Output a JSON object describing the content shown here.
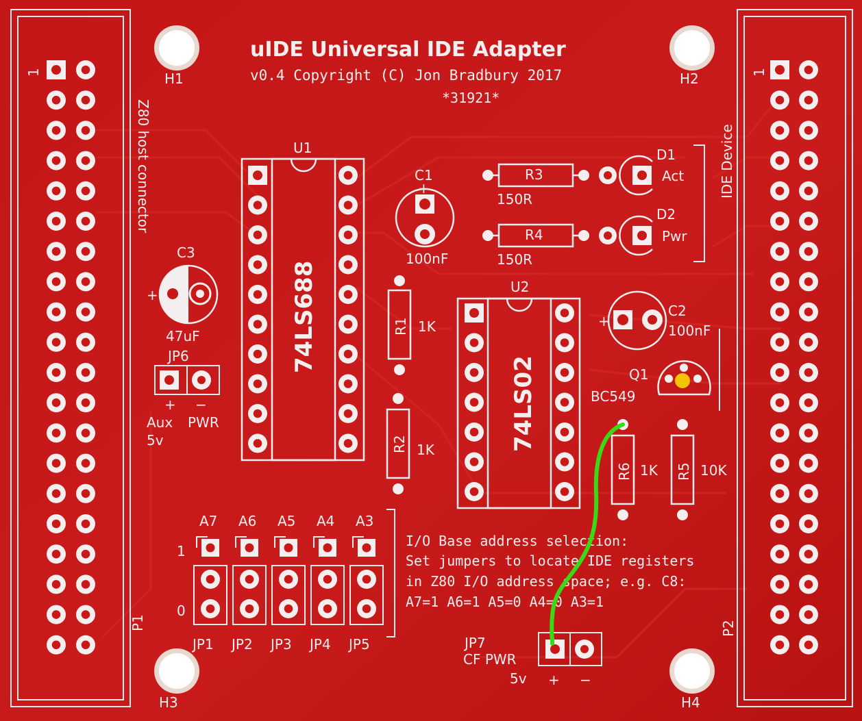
{
  "colors": {
    "board": "#c81818",
    "board_dark": "#9e1010",
    "silkscreen": "#f4eeee",
    "pad": "#d8b98a",
    "wire": "#3bd818",
    "marker": "#f5c400"
  },
  "title": "uIDE Universal IDE Adapter",
  "subtitle": "v0.4 Copyright (C) Jon Bradbury 2017",
  "serial": "*31921*",
  "holes": [
    "H1",
    "H2",
    "H3",
    "H4"
  ],
  "connectors": {
    "p1": {
      "ref": "P1",
      "label": "Z80 host connector",
      "pin1": "1"
    },
    "p2": {
      "ref": "P2",
      "label": "IDE Device",
      "pin1": "1"
    }
  },
  "chips": {
    "u1": {
      "ref": "U1",
      "part": "74LS688"
    },
    "u2": {
      "ref": "U2",
      "part": "74LS02"
    }
  },
  "caps": {
    "c1": {
      "ref": "C1",
      "value": "100nF"
    },
    "c2": {
      "ref": "C2",
      "value": "100nF"
    },
    "c3": {
      "ref": "C3",
      "value": "47uF"
    }
  },
  "resistors": {
    "r1": {
      "ref": "R1",
      "value": "1K"
    },
    "r2": {
      "ref": "R2",
      "value": "1K"
    },
    "r3": {
      "ref": "R3",
      "value": "150R"
    },
    "r4": {
      "ref": "R4",
      "value": "150R"
    },
    "r5": {
      "ref": "R5",
      "value": "10K"
    },
    "r6": {
      "ref": "R6",
      "value": "1K"
    }
  },
  "leds": {
    "d1": {
      "ref": "D1",
      "label": "Act"
    },
    "d2": {
      "ref": "D2",
      "label": "Pwr"
    }
  },
  "transistor": {
    "ref": "Q1",
    "part": "BC549"
  },
  "jp6": {
    "ref": "JP6",
    "plus": "+",
    "minus": "−",
    "label1": "Aux",
    "label2": "PWR",
    "label3": "5v"
  },
  "jp7": {
    "ref": "JP7",
    "label1": "CF PWR",
    "label2": "5v",
    "plus": "+",
    "minus": "−"
  },
  "address_jumpers": {
    "bits": [
      "A7",
      "A6",
      "A5",
      "A4",
      "A3"
    ],
    "refs": [
      "JP1",
      "JP2",
      "JP3",
      "JP4",
      "JP5"
    ],
    "row1": "1",
    "row0": "0"
  },
  "note_lines": [
    "I/O Base address selection:",
    "Set jumpers to locate IDE registers",
    "in Z80 I/O address space; e.g. C8:",
    "A7=1 A6=1 A5=0 A4=0 A3=1"
  ]
}
